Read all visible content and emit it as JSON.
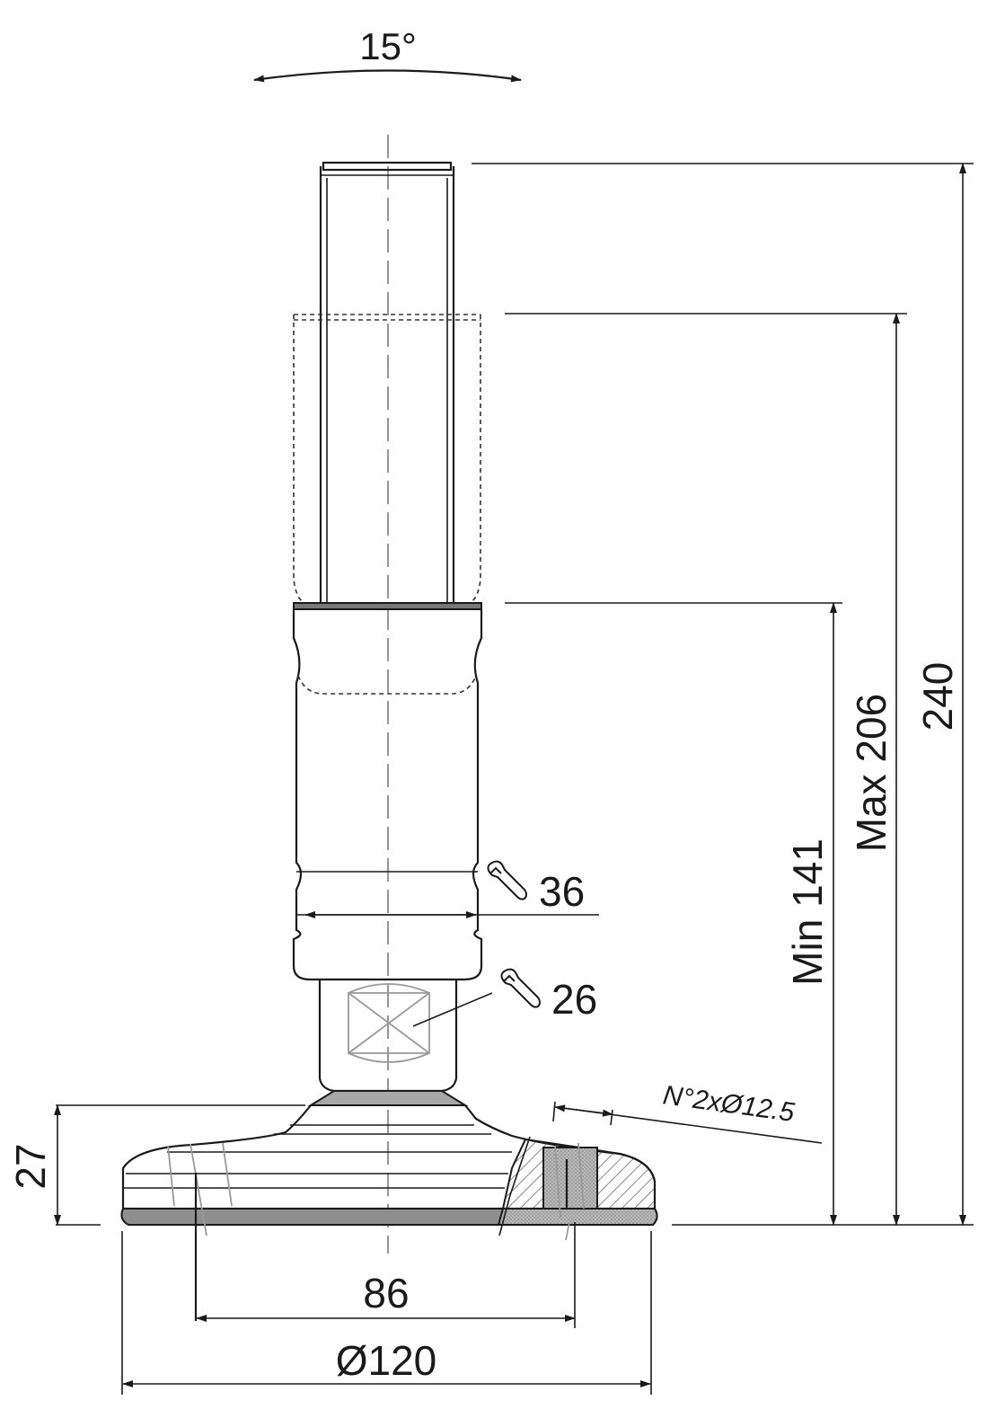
{
  "drawing": {
    "title": "",
    "angle_label": "15°",
    "dimensions": {
      "overall_height": "240",
      "max_height": "Max 206",
      "min_height": "Min 141",
      "base_height": "27",
      "hole_spacing": "86",
      "base_diameter": "Ø120"
    },
    "wrench_sizes": {
      "upper": "36",
      "lower": "26"
    },
    "hole_note": "N°2xØ12.5"
  }
}
